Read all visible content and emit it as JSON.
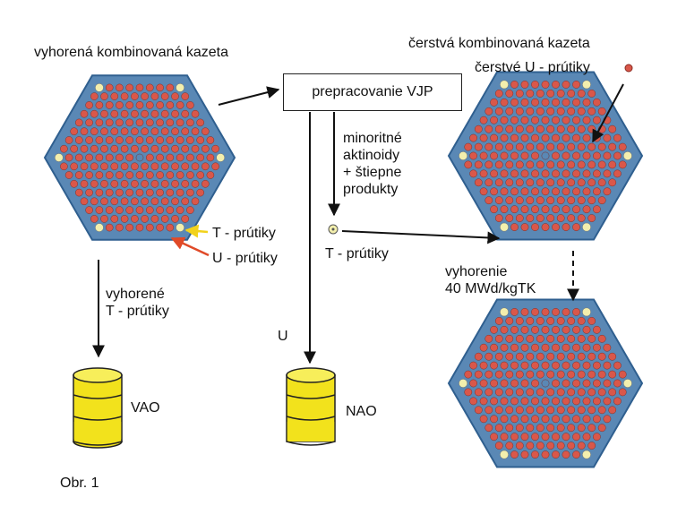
{
  "labels": {
    "spent_assembly": "vyhorená kombinovaná kazeta",
    "fresh_assembly": "čerstvá kombinovaná kazeta",
    "fresh_u_rods": "čerstvé U - prútiky",
    "reprocessing": "prepracovanie VJP",
    "minor_actinides": [
      "minoritné",
      "aktinoidy",
      "+ štiepne",
      "produkty"
    ],
    "t_rods_left": "T - prútiky",
    "u_rods_left": "U - prútiky",
    "t_rods_mid": "T - prútiky",
    "spent_t_rods": [
      "vyhorené",
      "T - prútiky"
    ],
    "burnup": [
      "vyhorenie",
      "40 MWd/kgTK"
    ],
    "u_label": "U",
    "vao": "VAO",
    "nao": "NAO",
    "figure": "Obr. 1"
  },
  "colors": {
    "hex_fill": "#5a88b5",
    "hex_edge": "#2f5f8f",
    "u_rod": "#d9574a",
    "t_rod": "#f3efad",
    "barrel": "#f2e21c",
    "arrow_yellow": "#f2d21b",
    "arrow_red": "#e04a28"
  }
}
